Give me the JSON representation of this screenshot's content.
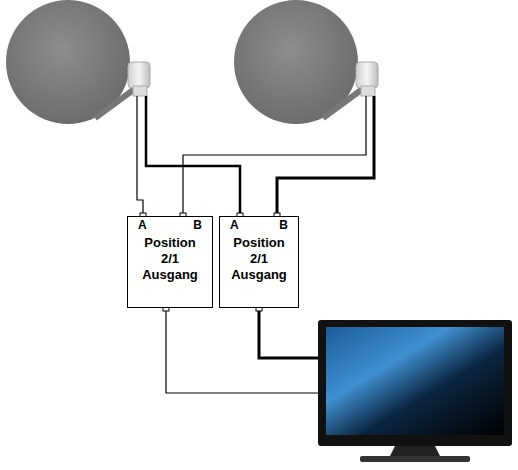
{
  "diagram": {
    "nodes": [
      {
        "text": [
          "A",
          "B",
          "Position 2/1 Ausgang"
        ]
      },
      {
        "text": [
          "A",
          "B",
          "Position 2/1 Ausgang"
        ]
      }
    ]
  }
}
